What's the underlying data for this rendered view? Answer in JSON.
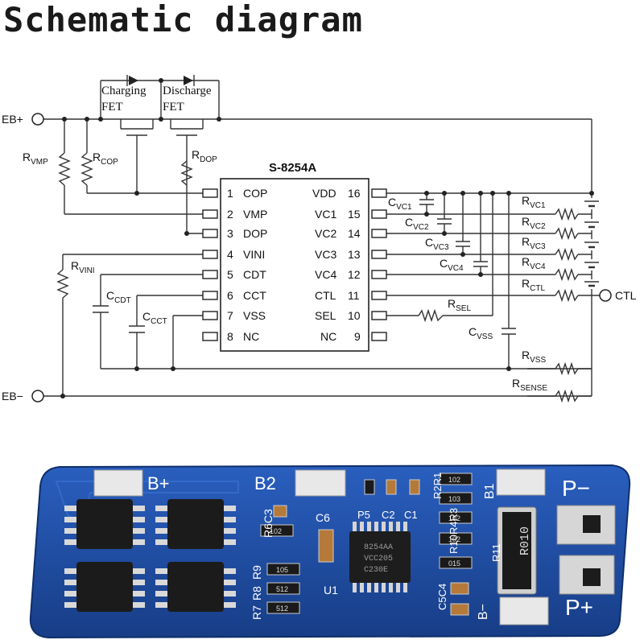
{
  "title": "Schematic diagram",
  "chip": {
    "part_number": "S-8254A",
    "left_pins": [
      {
        "num": "1",
        "name": "COP"
      },
      {
        "num": "2",
        "name": "VMP"
      },
      {
        "num": "3",
        "name": "DOP"
      },
      {
        "num": "4",
        "name": "VINI"
      },
      {
        "num": "5",
        "name": "CDT"
      },
      {
        "num": "6",
        "name": "CCT"
      },
      {
        "num": "7",
        "name": "VSS"
      },
      {
        "num": "8",
        "name": "NC"
      }
    ],
    "right_pins": [
      {
        "num": "16",
        "name": "VDD"
      },
      {
        "num": "15",
        "name": "VC1"
      },
      {
        "num": "14",
        "name": "VC2"
      },
      {
        "num": "13",
        "name": "VC3"
      },
      {
        "num": "12",
        "name": "VC4"
      },
      {
        "num": "11",
        "name": "CTL"
      },
      {
        "num": "10",
        "name": "SEL"
      },
      {
        "num": "9",
        "name": "NC"
      }
    ]
  },
  "terminals": {
    "eb_plus": "EB+",
    "eb_minus": "EB−",
    "ctl": "CTL"
  },
  "fets": {
    "charging": [
      "Charging",
      "FET"
    ],
    "discharge": [
      "Discharge",
      "FET"
    ]
  },
  "components": {
    "rvmp": {
      "main": "R",
      "sub": "VMP"
    },
    "rcop": {
      "main": "R",
      "sub": "COP"
    },
    "rdop": {
      "main": "R",
      "sub": "DOP"
    },
    "rvini": {
      "main": "R",
      "sub": "VINI"
    },
    "ccdt": {
      "main": "C",
      "sub": "CDT"
    },
    "ccct": {
      "main": "C",
      "sub": "CCT"
    },
    "cvc1": {
      "main": "C",
      "sub": "VC1"
    },
    "cvc2": {
      "main": "C",
      "sub": "VC2"
    },
    "cvc3": {
      "main": "C",
      "sub": "VC3"
    },
    "cvc4": {
      "main": "C",
      "sub": "VC4"
    },
    "rvc1": {
      "main": "R",
      "sub": "VC1"
    },
    "rvc2": {
      "main": "R",
      "sub": "VC2"
    },
    "rvc3": {
      "main": "R",
      "sub": "VC3"
    },
    "rvc4": {
      "main": "R",
      "sub": "VC4"
    },
    "rctl": {
      "main": "R",
      "sub": "CTL"
    },
    "rsel": {
      "main": "R",
      "sub": "SEL"
    },
    "cvss": {
      "main": "C",
      "sub": "VSS"
    },
    "rvss": {
      "main": "R",
      "sub": "VSS"
    },
    "rsense": {
      "main": "R",
      "sub": "SENSE"
    }
  },
  "board": {
    "pads": {
      "b_plus": "B+",
      "b2": "B2",
      "b1": "B1",
      "b_minus": "B−",
      "p_minus": "P−",
      "p_plus": "P+"
    },
    "shunt_marking": "R010",
    "ic_marking": [
      "8254AA",
      "VCC205",
      "C230E"
    ],
    "smd_markings": {
      "r1": "102",
      "r2": "103",
      "r3": "102",
      "r4": "102",
      "r11": "015",
      "r6": "102",
      "r9": "105",
      "r8": "512",
      "r7": "512"
    },
    "refdes": {
      "r6c3": "R6C3",
      "c6": "C6",
      "p5": "P5",
      "c2": "C2",
      "c1": "C1",
      "r2r1": "R2R1",
      "r10r4r3": "R10R4R3",
      "r11": "R11",
      "u1": "U1",
      "r9": "R9",
      "r8": "R8",
      "r7": "R7",
      "c5c4": "C5C4"
    }
  },
  "colors": {
    "pcb": "#1f4fa8",
    "pcb_dark": "#173d86",
    "pad": "#e8e8e8",
    "wire": "#333333",
    "chip_body": "#1b1b1b"
  }
}
